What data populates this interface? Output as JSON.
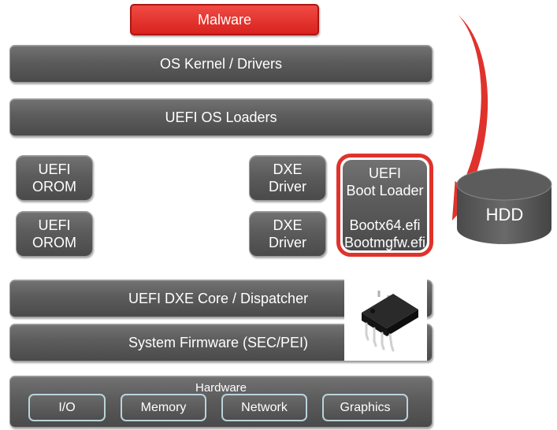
{
  "malware": "Malware",
  "os_kernel": "OS Kernel / Drivers",
  "uefi_os_loaders": "UEFI OS Loaders",
  "orom1": {
    "line1": "UEFI",
    "line2": "OROM"
  },
  "orom2": {
    "line1": "UEFI",
    "line2": "OROM"
  },
  "dxe1": {
    "line1": "DXE",
    "line2": "Driver"
  },
  "dxe2": {
    "line1": "DXE",
    "line2": "Driver"
  },
  "boot_loader": {
    "line1": "UEFI",
    "line2": "Boot Loader",
    "file1": "Bootx64.efi",
    "file2": "Bootmgfw.efi"
  },
  "hdd": "HDD",
  "dxe_core": "UEFI DXE Core / Dispatcher",
  "system_firmware": "System Firmware (SEC/PEI)",
  "hardware": {
    "title": "Hardware",
    "items": [
      "I/O",
      "Memory",
      "Network",
      "Graphics"
    ]
  },
  "colors": {
    "malware": "#e0322c",
    "block": "#5c5c5c",
    "hw_border": "#b9d3dc"
  }
}
